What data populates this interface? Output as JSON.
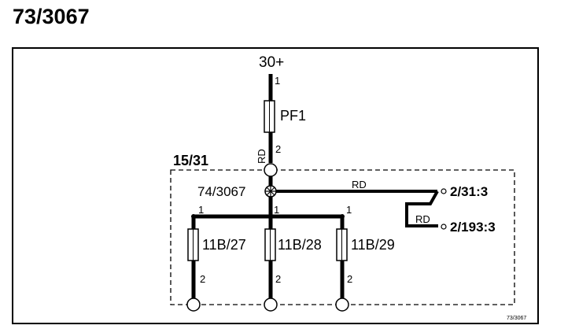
{
  "title": "73/3067",
  "labels": {
    "supply": "30+",
    "fuse_main": "PF1",
    "pin_1": "1",
    "pin_2": "2",
    "wire_rd": "RD",
    "connector_box": "15/31",
    "splice": "74/3067",
    "dest_upper": "2/31:3",
    "dest_lower": "2/193:3",
    "fuse_left": "11B/27",
    "fuse_middle": "11B/28",
    "fuse_right": "11B/29",
    "ref": "73/3067"
  }
}
